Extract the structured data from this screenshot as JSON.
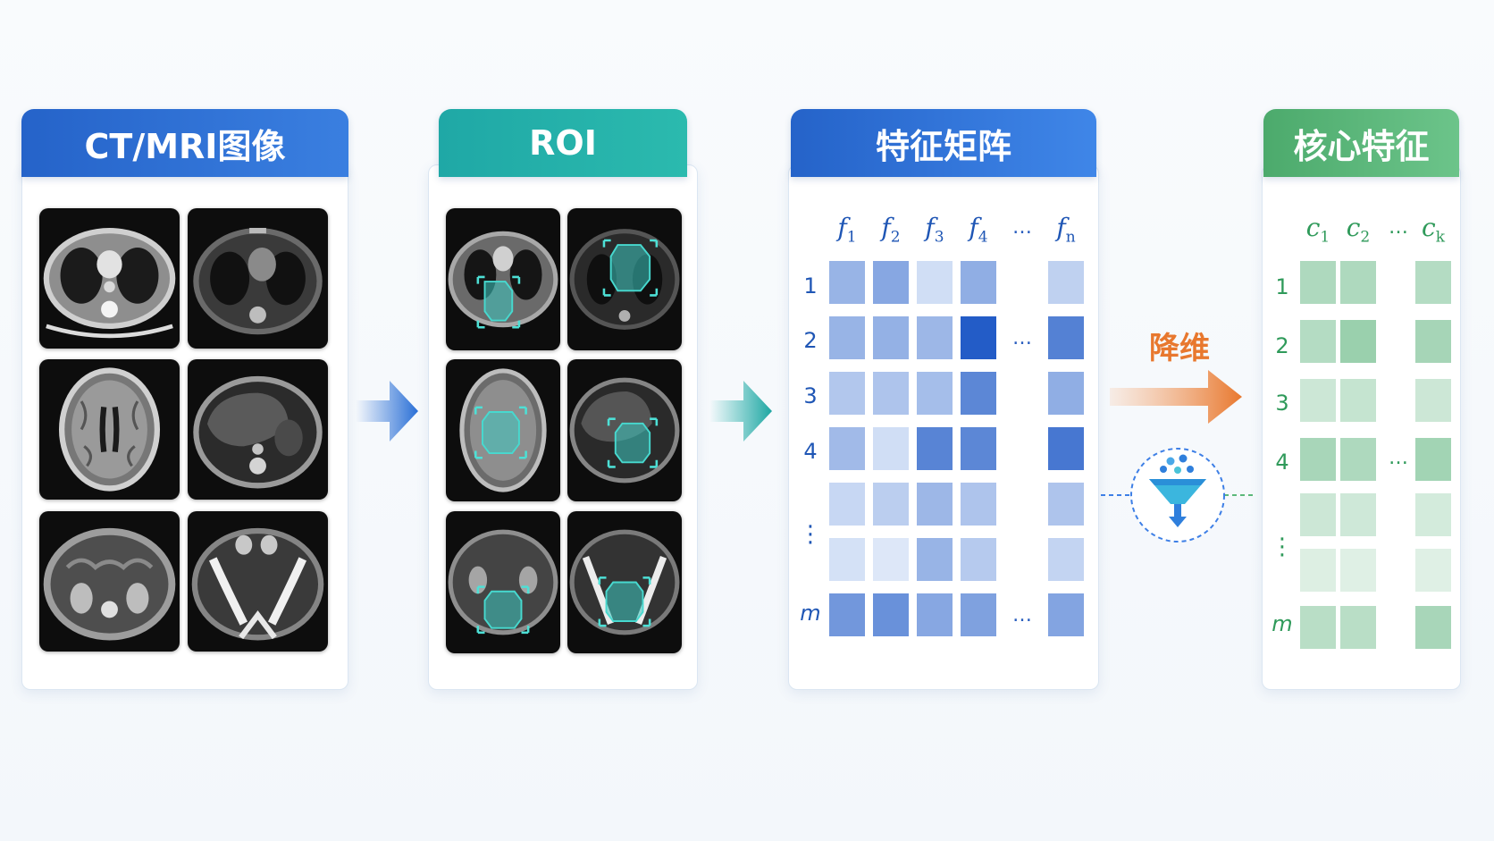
{
  "panels": {
    "images": {
      "title": "CT/MRI图像"
    },
    "roi": {
      "title": "ROI"
    },
    "features": {
      "title": "特征矩阵",
      "column_labels": [
        "f",
        "f",
        "f",
        "f",
        "…",
        "f"
      ],
      "column_subscripts": [
        "1",
        "2",
        "3",
        "4",
        "",
        "n"
      ],
      "row_labels": [
        "1",
        "2",
        "3",
        "4",
        "⋮",
        "m"
      ],
      "ellipsis": "…"
    },
    "core": {
      "title": "核心特征",
      "column_labels": [
        "c",
        "c",
        "…",
        "c"
      ],
      "column_subscripts": [
        "1",
        "2",
        "",
        "k"
      ],
      "row_labels": [
        "1",
        "2",
        "3",
        "4",
        "⋮",
        "m"
      ],
      "ellipsis": "…"
    }
  },
  "reduction": {
    "label": "降维",
    "icon": "funnel-icon"
  },
  "colors": {
    "blue_header": "#2a6fd6",
    "teal_header": "#22b0aa",
    "green_header": "#5cb87a",
    "orange_arrow": "#e8782e",
    "matrix_blue": "#3d7fe6",
    "matrix_green": "#5cb87a"
  }
}
